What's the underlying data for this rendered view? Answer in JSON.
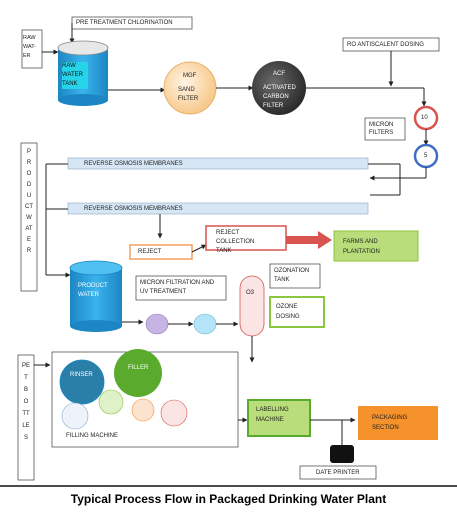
{
  "diagram": {
    "caption": "Typical Process Flow in Packaged Drinking Water Plant",
    "raw_water": "RAW WAT-ER",
    "pre_treatment": "PRE TREATMENT CHLORINATION",
    "raw_water_tank": "RAW WATER TANK",
    "mgf": "MGF",
    "sand_filter": "SAND FILTER",
    "acf": "ACF",
    "activated_carbon_filter": "ACTIVATED CARBON FILTER",
    "ro_dosing": "RO ANTISCALENT DOSING",
    "micron_filters": "MICRON FILTERS",
    "filter_10": "10",
    "filter_5": "5",
    "product_water_side": "PRODUCT WATER",
    "ro_membranes_1": "REVERSE OSMOSIS MEMBRANES",
    "ro_membranes_2": "REVERSE OSMOSIS MEMBRANES",
    "reject": "REJECT",
    "reject_collection_tank": "REJECT COLLECTION TANK",
    "farms": "FARMS AND PLANTATION",
    "product_water_tank": "PRODUCT WATER",
    "micron_uv": "MICRON FILTRATION AND UV TREATMENT",
    "ozonation_tank": "OZONATION TANK",
    "o3": "O3",
    "ozone_dosing": "OZONE DOSING",
    "pet_bottles": "PET BOTTLES",
    "rinser": "RINSER",
    "filler": "FILLER",
    "filling_machine": "FILLING MACHINE",
    "labelling_machine": "LABELLING MACHINE",
    "packaging_section": "PACKAGING SECTION",
    "date_printer": "DATE PRINTER"
  },
  "colors": {
    "cylinder_blue": "#29a3dd",
    "ro_band": "#d6e6f5",
    "reject_arrow": "#d9534f",
    "farms_green": "#8cc63f",
    "filler_green": "#5aaa2e",
    "labelling_green": "#8bc34a",
    "packaging_orange": "#f5922b",
    "micron_red": "#d9534f",
    "micron_blue": "#3f6fc4"
  }
}
